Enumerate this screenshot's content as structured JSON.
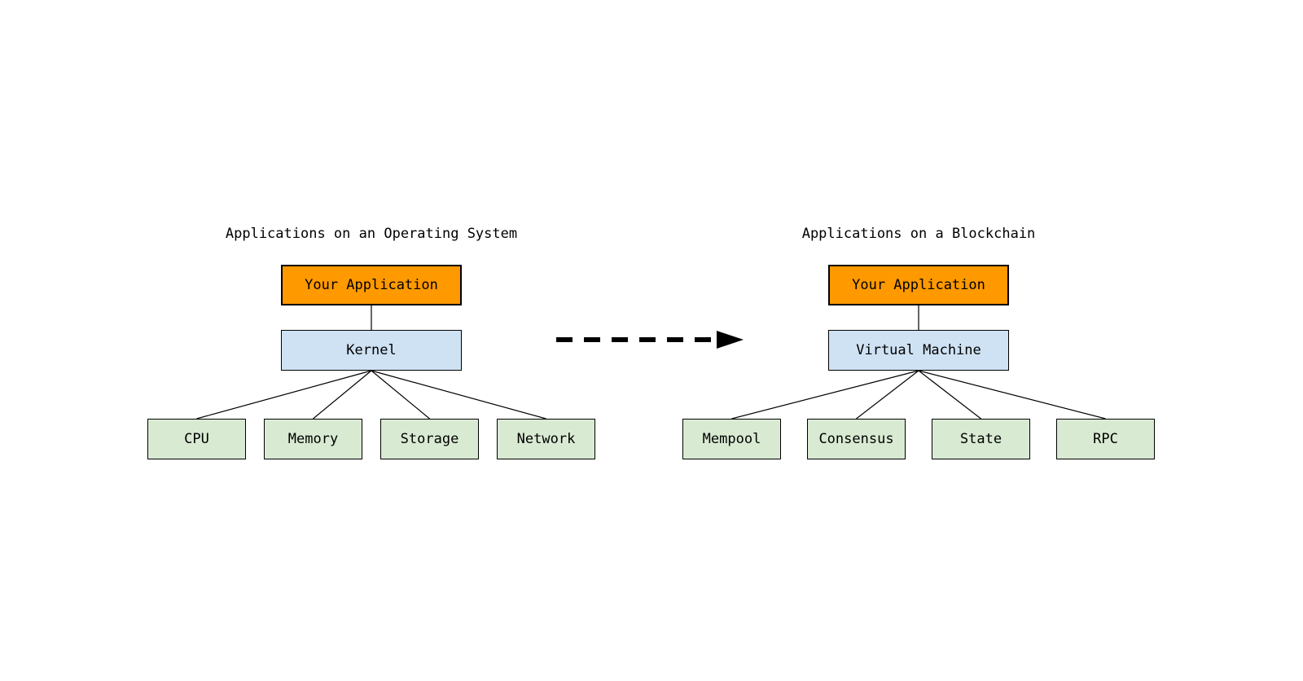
{
  "diagram": {
    "left": {
      "title": "Applications on an Operating System",
      "app_box": "Your Application",
      "middle_box": "Kernel",
      "children": [
        "CPU",
        "Memory",
        "Storage",
        "Network"
      ]
    },
    "right": {
      "title": "Applications on a Blockchain",
      "app_box": "Your Application",
      "middle_box": "Virtual Machine",
      "children": [
        "Mempool",
        "Consensus",
        "State",
        "RPC"
      ]
    },
    "colors": {
      "app_fill": "#ff9900",
      "middle_fill": "#cfe2f3",
      "child_fill": "#d9ead3",
      "border": "#000000",
      "connector": "#000000",
      "arrow": "#000000"
    }
  }
}
